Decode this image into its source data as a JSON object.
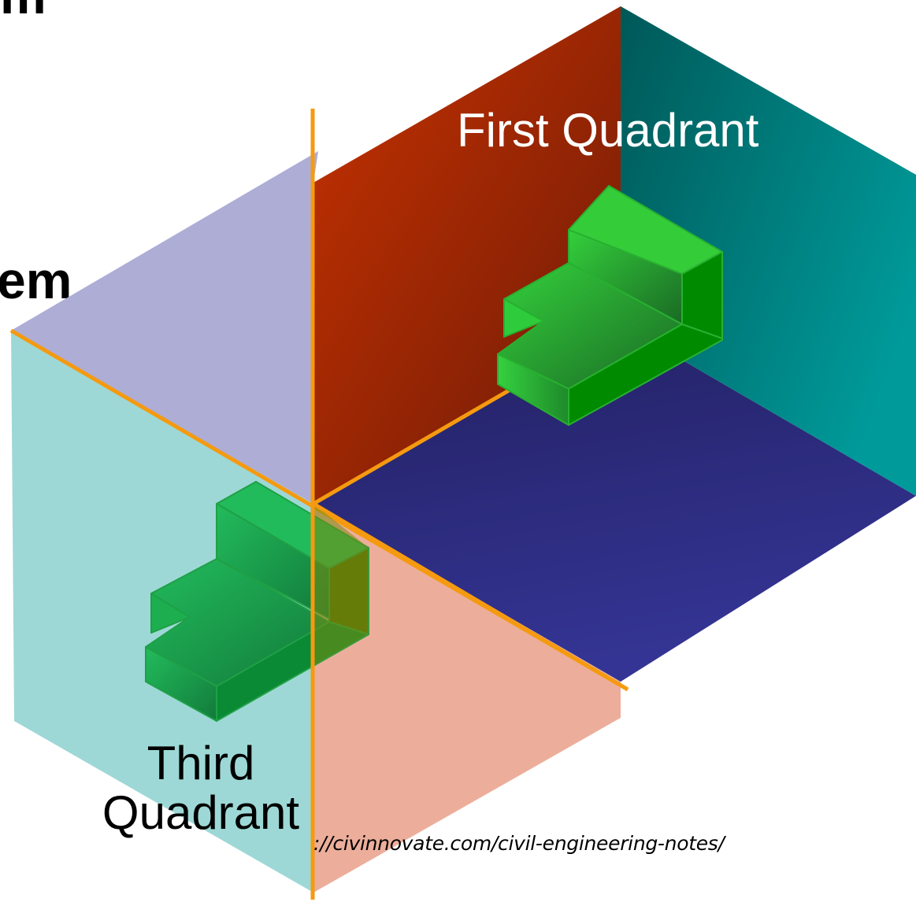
{
  "title_fragments": {
    "top": "m",
    "middle": "em"
  },
  "quadrant_labels": {
    "first": "First Quadrant",
    "third_line1": "Third",
    "third_line2": "Quadrant"
  },
  "watermark": "://civinnovate.com/civil-engineering-notes/",
  "colors": {
    "vp_upper": "#b83010",
    "profile_plane_back": "#008c8c",
    "hp_front": "#2c2c80",
    "hp_rear": "#aeadd6",
    "vp_lower": "#9dd8d6",
    "hp_lower_front": "#ecae9b",
    "object": "#2ecc40",
    "axis_lines": "#f59a10"
  }
}
